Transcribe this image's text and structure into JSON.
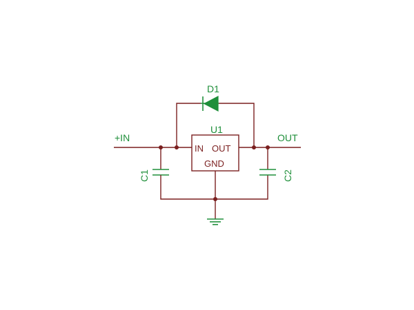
{
  "diagram": {
    "input_label": "+IN",
    "output_label": "OUT",
    "regulator": {
      "ref": "U1",
      "pin_in": "IN",
      "pin_out": "OUT",
      "pin_gnd": "GND"
    },
    "diode": {
      "ref": "D1"
    },
    "capacitors": [
      {
        "ref": "C1"
      },
      {
        "ref": "C2"
      }
    ],
    "colors": {
      "wire": "#7a1f1f",
      "component": "#1f8f3a"
    }
  }
}
